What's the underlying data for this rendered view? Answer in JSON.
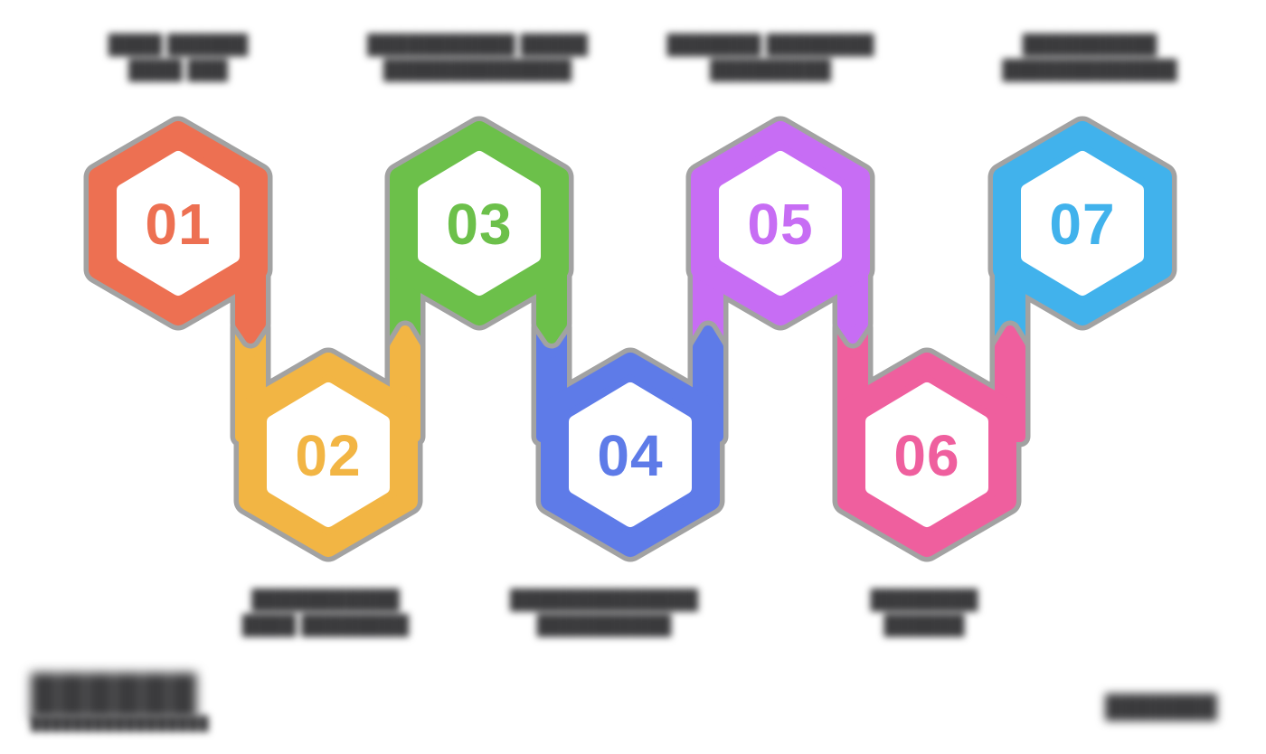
{
  "diagram": {
    "background_color": "#FFFFFF",
    "outline_color": "#A2A2A2",
    "label_text_color": "#3A3A3C",
    "text_legibility": "step labels, logo and watermark are blurred/illegible in source image",
    "steps": [
      {
        "number": "01",
        "color": "#ED7052",
        "label_position": "above",
        "lines": [
          "████ ██████",
          "████ ███"
        ]
      },
      {
        "number": "02",
        "color": "#F2B544",
        "label_position": "below",
        "lines": [
          "███████████",
          "████ ████████"
        ]
      },
      {
        "number": "03",
        "color": "#6CC04A",
        "label_position": "above",
        "lines": [
          "███████████ █████",
          "██████████████"
        ]
      },
      {
        "number": "04",
        "color": "#5E7BE8",
        "label_position": "below",
        "lines": [
          "██████████████",
          "██████████"
        ]
      },
      {
        "number": "05",
        "color": "#C76DF4",
        "label_position": "above",
        "lines": [
          "███████ ████████",
          "█████████"
        ]
      },
      {
        "number": "06",
        "color": "#EF5F9E",
        "label_position": "below",
        "lines": [
          "████████",
          "██████"
        ]
      },
      {
        "number": "07",
        "color": "#41B2EC",
        "label_position": "above",
        "lines": [
          "██████████",
          "█████████████"
        ]
      }
    ]
  },
  "footer": {
    "logo_text": "██████",
    "logo_tagline": "█████████████████",
    "watermark_text": "███████"
  }
}
